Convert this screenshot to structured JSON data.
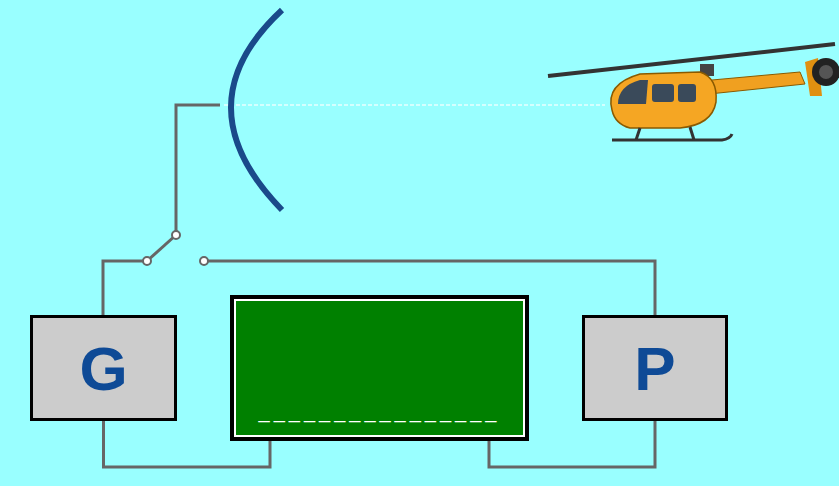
{
  "diagram": {
    "nodes": [
      {
        "text": [
          "G"
        ]
      },
      {
        "text": [
          "________________"
        ]
      },
      {
        "text": [
          "P"
        ]
      }
    ],
    "edges": [
      {
        "from": 0,
        "to": 1,
        "arrow": "none"
      },
      {
        "from": 2,
        "to": 1,
        "arrow": "none"
      }
    ]
  }
}
